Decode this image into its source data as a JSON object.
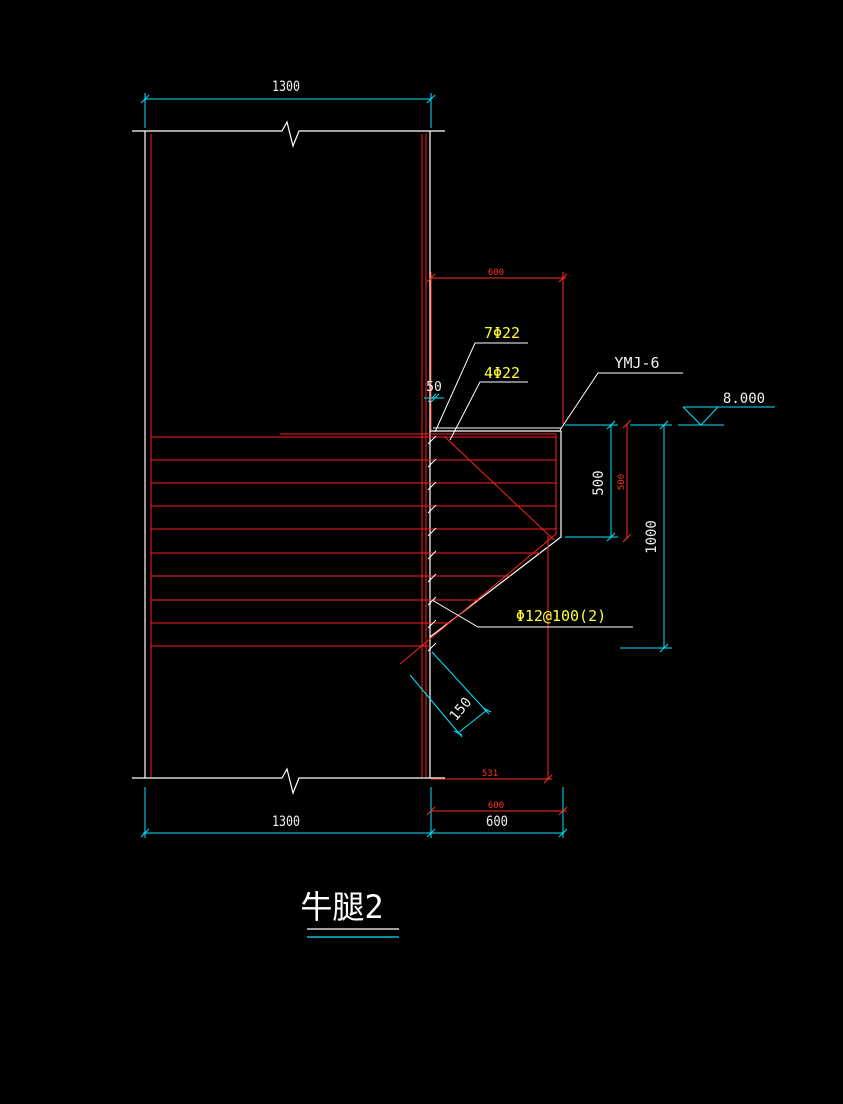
{
  "colors": {
    "background": "#000000",
    "outline": "#ffffff",
    "rebar": "#ff2020",
    "dimension": "#00e5ff",
    "dim_text": "#f0f0f0",
    "annotation": "#ffff33",
    "small_dim": "#ff3020"
  },
  "dims": {
    "top_width": "1300",
    "bottom_width_left": "1300",
    "bottom_width_right": "600",
    "corbel_top_width": "600",
    "bottom_red_600": "600",
    "bottom_red_531": "531",
    "offset_50": "50",
    "corbel_end_height": "500",
    "corbel_end_height_small": "500",
    "corbel_total_height": "1000",
    "diag_150": "150"
  },
  "labels": {
    "rebar_top_1": "7Φ22",
    "rebar_top_2": "4Φ22",
    "embed_plate": "YMJ-6",
    "stirrup": "Φ12@100(2)",
    "elevation": "8.000",
    "title": "牛腿2"
  }
}
